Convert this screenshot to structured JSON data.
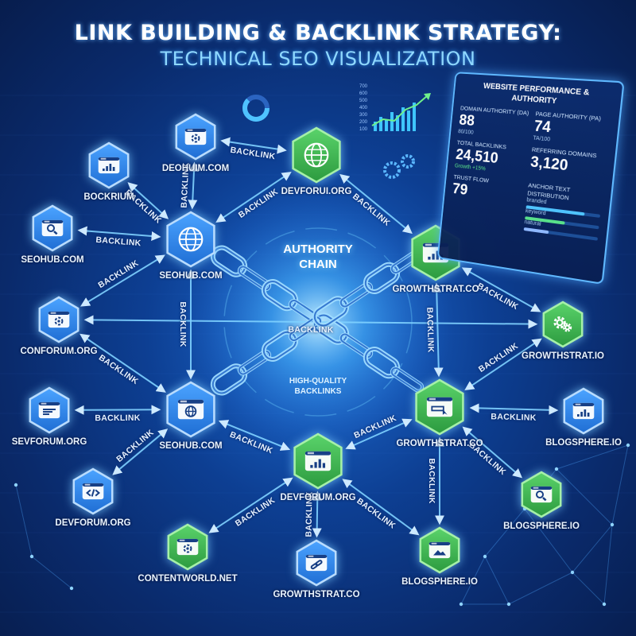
{
  "title": "LINK BUILDING & BACKLINK STRATEGY:",
  "subtitle": "TECHNICAL SEO VISUALIZATION",
  "center": {
    "line1": "AUTHORITY",
    "line2": "CHAIN",
    "hq1": "HIGH-QUALITY",
    "hq2": "BACKLINKS"
  },
  "colors": {
    "blue_node": "#2a86e8",
    "green_node": "#37b24d",
    "edge": "#7fd2ff",
    "accent": "#8fd8ff"
  },
  "nodes": [
    {
      "id": "n1",
      "label": "DEOHUIM.COM",
      "color": "blue",
      "icon": "gear-window-icon"
    },
    {
      "id": "n2",
      "label": "BOCKRIUM",
      "color": "blue",
      "icon": "chart-window-icon"
    },
    {
      "id": "n3",
      "label": "SEOHUB.COM",
      "color": "blue",
      "icon": "search-window-icon"
    },
    {
      "id": "n4",
      "label": "SEOHUB.COM",
      "color": "blue",
      "icon": "globe-icon"
    },
    {
      "id": "n5",
      "label": "DEVFORUI.ORG",
      "color": "green",
      "icon": "globe-icon"
    },
    {
      "id": "n6",
      "label": "GROWTHSTRAT.CO",
      "color": "green",
      "icon": "chart-window-icon"
    },
    {
      "id": "n7",
      "label": "CONFORUM.ORG",
      "color": "blue",
      "icon": "settings-window-icon"
    },
    {
      "id": "n8",
      "label": "GROWTHSTRAT.IO",
      "color": "green",
      "icon": "gears-icon"
    },
    {
      "id": "n9",
      "label": "SEVFORUM.ORG",
      "color": "blue",
      "icon": "text-window-icon"
    },
    {
      "id": "n10",
      "label": "SEOHUB.COM",
      "color": "blue",
      "icon": "globe-window-icon"
    },
    {
      "id": "n11",
      "label": "GROWTHSTRAT.CO",
      "color": "green",
      "icon": "cursor-window-icon"
    },
    {
      "id": "n12",
      "label": "BLOGSPHERE.IO",
      "color": "blue",
      "icon": "chart-window-icon"
    },
    {
      "id": "n13",
      "label": "DEVFORUM.ORG",
      "color": "blue",
      "icon": "code-window-icon"
    },
    {
      "id": "n14",
      "label": "DEVFORUM.ORG",
      "color": "green",
      "icon": "chart-window-icon"
    },
    {
      "id": "n15",
      "label": "BLOGSPHERE.IO",
      "color": "green",
      "icon": "search-window-icon"
    },
    {
      "id": "n16",
      "label": "CONTENTWORLD.NET",
      "color": "green",
      "icon": "gears-window-icon"
    },
    {
      "id": "n17",
      "label": "GROWTHSTRAT.CO",
      "color": "blue",
      "icon": "link-window-icon"
    },
    {
      "id": "n18",
      "label": "BLOGSPHERE.IO",
      "color": "green",
      "icon": "image-window-icon"
    }
  ],
  "edge_label": "BACKLINK",
  "edges": [
    {
      "from": "n1",
      "to": "n5"
    },
    {
      "from": "n1",
      "to": "n4"
    },
    {
      "from": "n2",
      "to": "n4"
    },
    {
      "from": "n3",
      "to": "n4"
    },
    {
      "from": "n4",
      "to": "n5"
    },
    {
      "from": "n5",
      "to": "n6"
    },
    {
      "from": "n4",
      "to": "n7"
    },
    {
      "from": "n4",
      "to": "n10"
    },
    {
      "from": "n7",
      "to": "n8"
    },
    {
      "from": "n6",
      "to": "n8"
    },
    {
      "from": "n7",
      "to": "n10"
    },
    {
      "from": "n9",
      "to": "n10"
    },
    {
      "from": "n10",
      "to": "n13"
    },
    {
      "from": "n10",
      "to": "n14"
    },
    {
      "from": "n11",
      "to": "n14"
    },
    {
      "from": "n11",
      "to": "n12"
    },
    {
      "from": "n8",
      "to": "n11"
    },
    {
      "from": "n11",
      "to": "n15"
    },
    {
      "from": "n14",
      "to": "n18"
    },
    {
      "from": "n16",
      "to": "n14"
    },
    {
      "from": "n11",
      "to": "n18"
    },
    {
      "from": "n6",
      "to": "n11"
    },
    {
      "from": "n14",
      "to": "n17"
    }
  ],
  "dashboard": {
    "title1": "WEBSITE PERFORMANCE & AUTHORITY",
    "da_label": "DOMAIN AUTHORITY (DA)",
    "da_value": "88",
    "da_scale": "80/100",
    "pa_label": "PAGE AUTHORITY (PA)",
    "pa_value": "74",
    "pa_scale": "TA/100",
    "tb_label": "TOTAL BACKLINKS",
    "tb_value": "24,510",
    "growth": "Growth +15%",
    "rd_label": "REFERRING DOMAINS",
    "rd_value": "3,120",
    "tf_label": "TRUST FLOW",
    "tf_value": "79",
    "anchor_label": "ANCHOR TEXT DISTRIBUTION",
    "anchor_items": [
      "branded",
      "keyword",
      "natural"
    ]
  },
  "mini_chart": {
    "y_ticks": [
      "700",
      "600",
      "500",
      "400",
      "300",
      "200",
      "100"
    ]
  }
}
